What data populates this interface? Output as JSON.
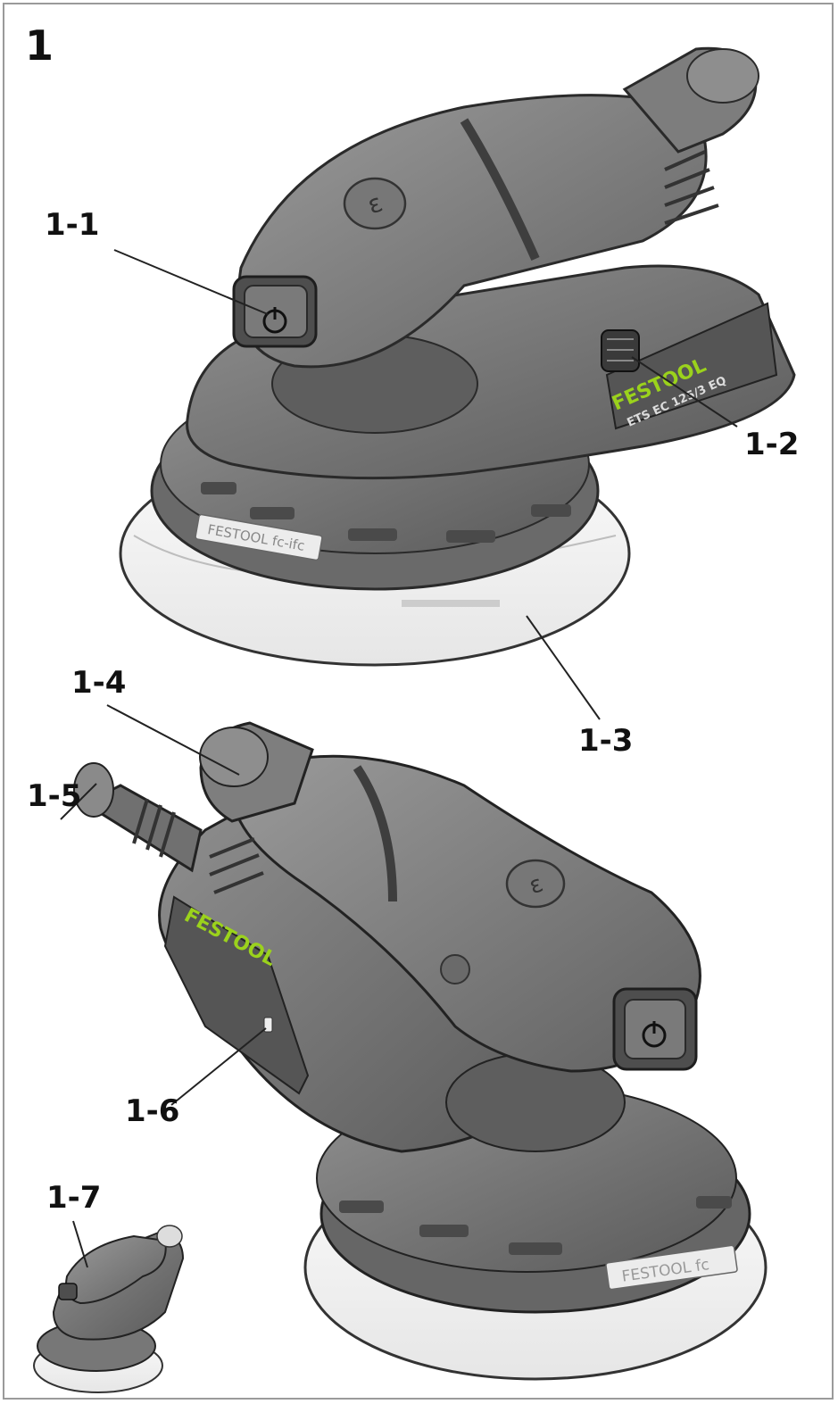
{
  "figure": {
    "number": "1",
    "callouts": {
      "c1_1": "1-1",
      "c1_2": "1-2",
      "c1_3": "1-3",
      "c1_4": "1-4",
      "c1_5": "1-5",
      "c1_6": "1-6",
      "c1_7": "1-7"
    },
    "product_marks": {
      "brand": "FESTOOL",
      "label_top_pad": "FESTOOL fc-ifc",
      "model": "ETS EC 125/3 EQ",
      "label_bottom_pad": "FESTOOL fc"
    }
  },
  "colors": {
    "body": "#6e6e6e",
    "body_light": "#8b8b8b",
    "body_dark": "#4a4a4a",
    "pad": "#f2f2f2",
    "brand_green": "#9bd21c",
    "line": "#222222"
  }
}
